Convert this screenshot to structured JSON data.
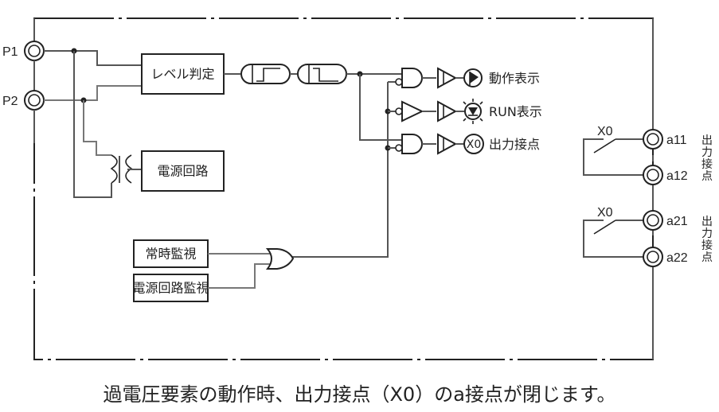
{
  "diagram": {
    "terminals_input": [
      {
        "id": "P1",
        "label": "P1"
      },
      {
        "id": "P2",
        "label": "P2"
      }
    ],
    "blocks": {
      "level_judge": "レベル判定",
      "power_circuit": "電源回路",
      "constant_monitor": "常時監視",
      "power_monitor": "電源回路監視"
    },
    "indicators": {
      "operation": "動作表示",
      "run": "RUN表示",
      "output_contact": "出力接点",
      "relay_coil": "X0"
    },
    "output_contacts": [
      {
        "switch_label": "X0",
        "terminals": [
          "a11",
          "a12"
        ],
        "group_label": [
          "出",
          "力",
          "接",
          "点"
        ]
      },
      {
        "switch_label": "X0",
        "terminals": [
          "a21",
          "a22"
        ],
        "group_label": [
          "出",
          "力",
          "接",
          "点"
        ]
      }
    ]
  },
  "caption": "過電圧要素の動作時、出力接点（X0）のa接点が閉じます。"
}
